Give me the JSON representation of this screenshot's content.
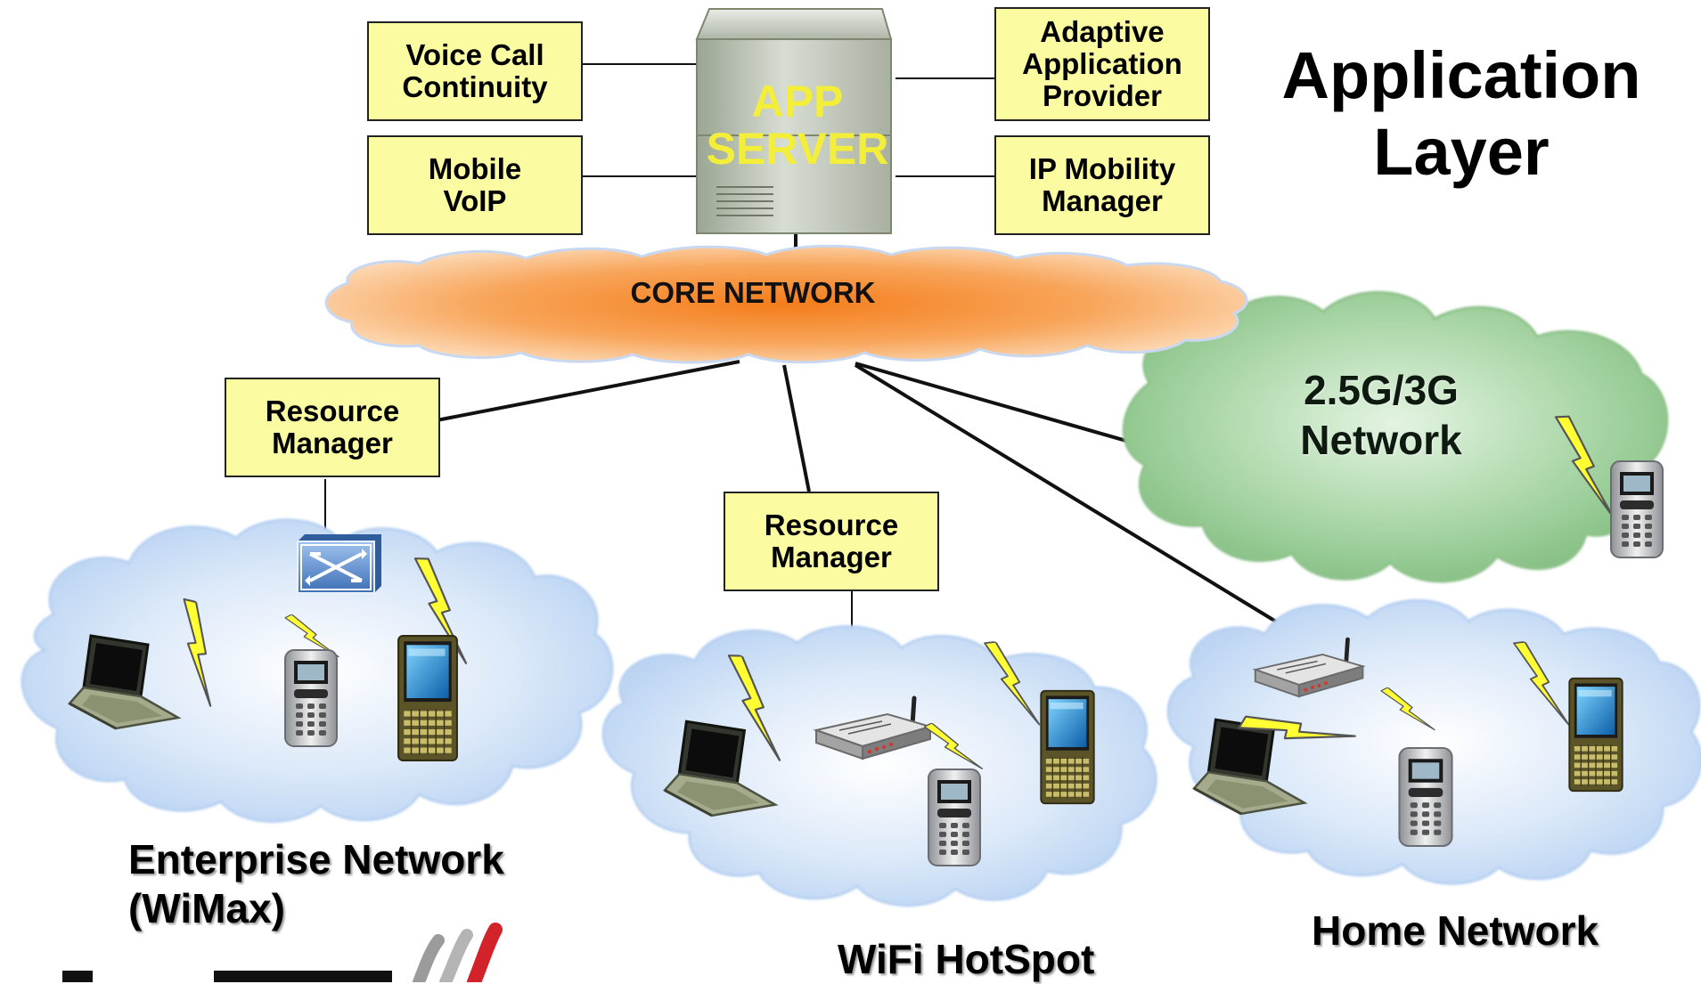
{
  "title": "Application\nLayer",
  "app_server": {
    "label": "APP\nSERVER"
  },
  "core_network": {
    "label": "CORE NETWORK"
  },
  "cellular_network": {
    "label": "2.5G/3G\nNetwork"
  },
  "service_boxes": {
    "voice_call_continuity": "Voice Call\nContinuity",
    "mobile_voip": "Mobile\nVoIP",
    "adaptive_application_provider": "Adaptive\nApplication\nProvider",
    "ip_mobility_manager": "IP Mobility\nManager"
  },
  "resource_managers": {
    "enterprise": "Resource\nManager",
    "wifi": "Resource\nManager"
  },
  "access_networks": {
    "enterprise": "Enterprise Network\n(WiMax)",
    "wifi": "WiFi HotSpot",
    "home": "Home Network"
  },
  "colors": {
    "box_fill": "#fbfba2",
    "core_cloud": "#f59a3c",
    "cellular_cloud": "#a9d6a6",
    "access_cloud": "#c7ddf6",
    "lightning": "#ffff33",
    "server_text": "#f2ee3a"
  },
  "icons": [
    "server-icon",
    "laptop-icon",
    "phone-icon",
    "pda-icon",
    "router-icon",
    "switch-icon",
    "lightning-icon"
  ]
}
